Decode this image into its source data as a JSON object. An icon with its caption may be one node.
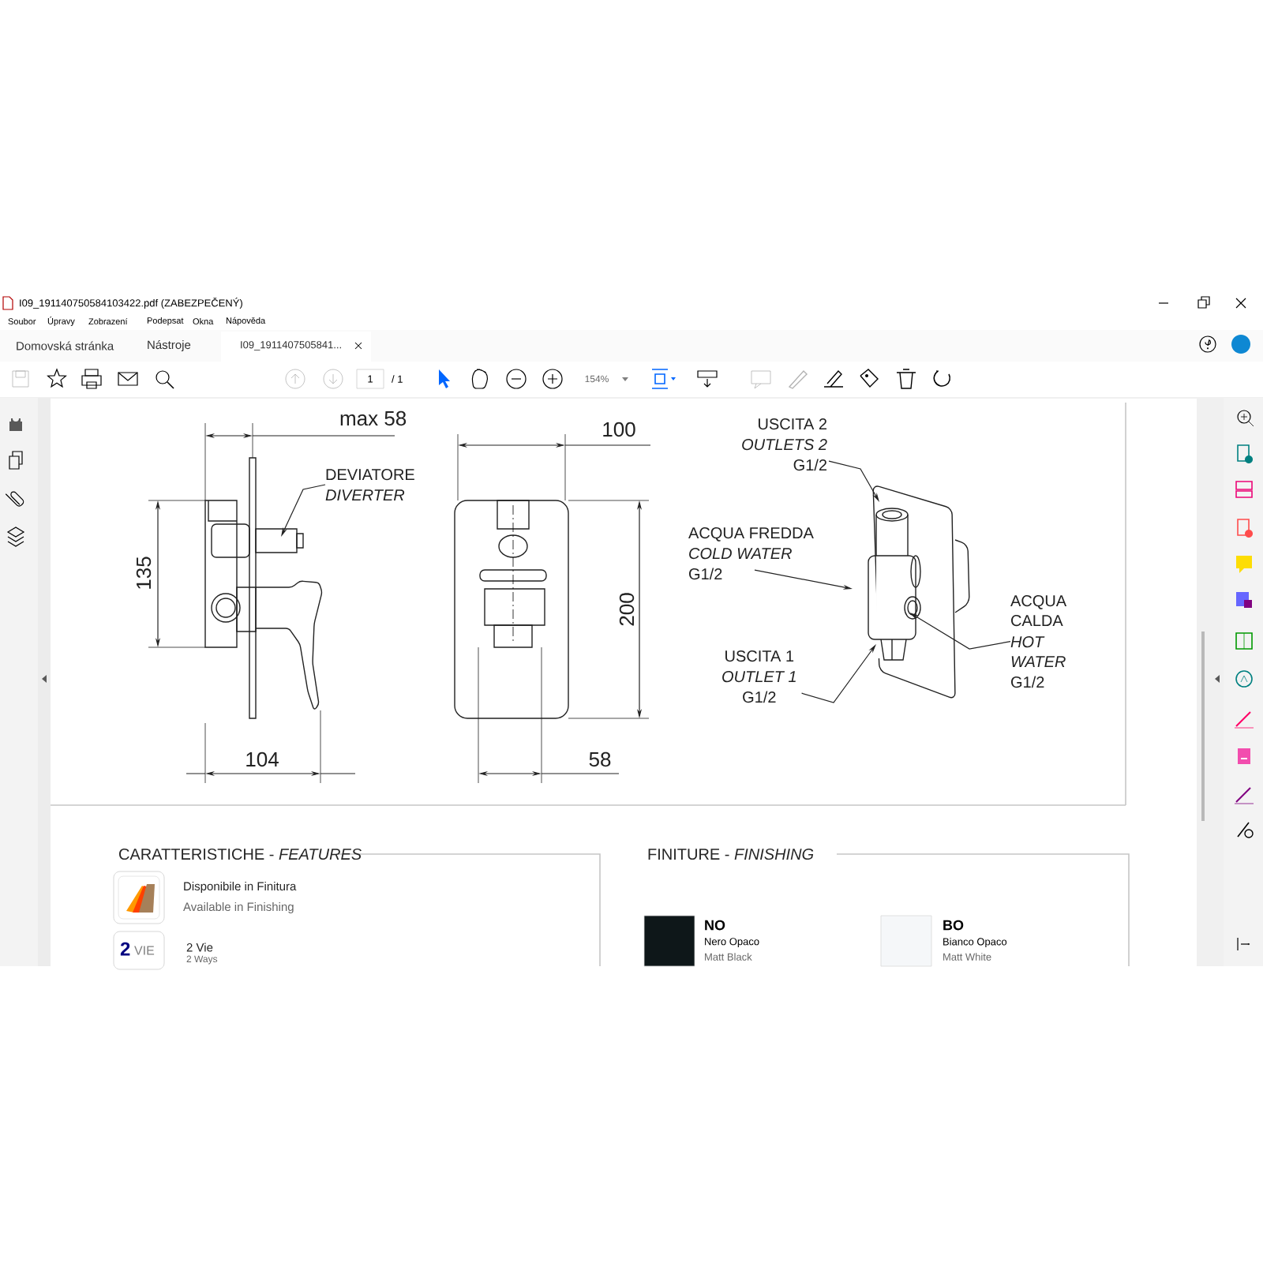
{
  "diagram": {
    "nodes": [
      {
        "text": [
          "DEVIATORE",
          "DIVERTER"
        ]
      },
      {
        "text": [
          "USCITA 2",
          "OUTLETS 2",
          "G1/2"
        ]
      },
      {
        "text": [
          "ACQUA FREDDA",
          "COLD WATER",
          "G1/2"
        ]
      },
      {
        "text": [
          "USCITA 1",
          "OUTLET 1",
          "G1/2"
        ]
      },
      {
        "text": [
          "ACQUA CALDA",
          "HOT WATER",
          "G1/2"
        ]
      },
      {
        "text": [],
        "shape": "picture"
      },
      {
        "text": [],
        "shape": "picture"
      }
    ],
    "edges": [
      {
        "from": 0,
        "to": 5,
        "arrow": "to"
      },
      {
        "from": 1,
        "to": 6,
        "arrow": "to"
      },
      {
        "from": 2,
        "to": 6,
        "arrow": "to"
      },
      {
        "from": 3,
        "to": 6,
        "arrow": "to"
      },
      {
        "from": 4,
        "to": 6,
        "arrow": "to"
      }
    ],
    "labels": [
      "I09_191140750584103422.pdf (ZABEZPEČENÝ)",
      "Soubor",
      "Úpravy",
      "Zobrazení",
      "Podepsat",
      "Okna",
      "Nápověda",
      "Domovská stránka",
      "Nástroje",
      "I09_1911407505841...",
      "1",
      "/ 1",
      "154%",
      "max 58",
      "135",
      "104",
      "100",
      "200",
      "58",
      "CARATTERISTICHE - *FEATURES*",
      "Disponibile in Finitura",
      "Available in Finishing",
      "2",
      "VIE",
      "2 Vie",
      "2 Ways",
      "FINITURE - *FINISHING*",
      "Nero Opaco",
      "Matt Black",
      "Bianco Opaco",
      "Matt White"
    ],
    "legend": [
      {
        "text": "NO",
        "color": "#0e1719"
      },
      {
        "text": "BO",
        "color": "#f5f7f9"
      }
    ]
  }
}
